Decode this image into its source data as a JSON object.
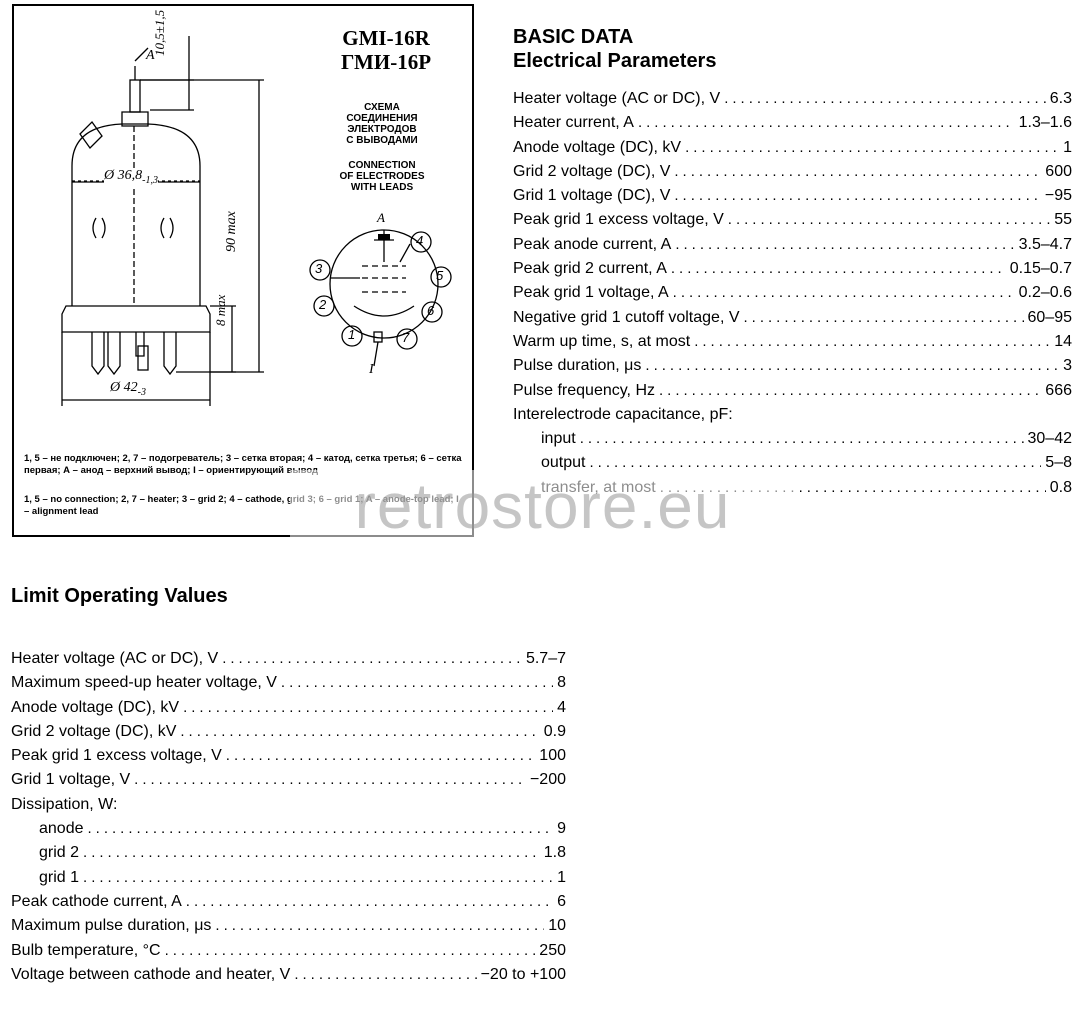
{
  "figure": {
    "model_latin": "GMI-16R",
    "model_cyrillic": "ГМИ-16Р",
    "schema_ru": "СХЕМА\nСОЕДИНЕНИЯ\nЭЛЕКТРОДОВ\nС ВЫВОДАМИ",
    "schema_en": "CONNECTION\nOF ELECTRODES\nWITH LEADS",
    "dim_top": "10,5±1,5",
    "dim_height": "90 max",
    "dim_base": "8 max",
    "dim_bulb_diameter": "Ø 36,8",
    "dim_bulb_tol": "-1,3",
    "dim_base_diameter": "Ø 42",
    "dim_base_tol": "-3",
    "lead_anode": "A",
    "lead_alignment": "I",
    "pins": [
      "1",
      "2",
      "3",
      "4",
      "5",
      "6",
      "7"
    ],
    "caption_ru": "1, 5 – не подключен; 2, 7 – подогреватель; 3 – сетка вторая; 4 – катод, сетка третья; 6 – сетка первая; А – анод – верхний вывод; I – ориентирующий вывод",
    "caption_en": "1, 5 – no connection; 2, 7 – heater; 3 – grid 2; 4 – cathode, grid 3; 6 – grid 1; A – anode-top lead; I – alignment lead"
  },
  "basic_data": {
    "title": "BASIC DATA",
    "subtitle": "Electrical Parameters",
    "rows": [
      {
        "name": "Heater voltage (AC or DC), V",
        "value": "6.3"
      },
      {
        "name": "Heater current, A",
        "value": "1.3–1.6"
      },
      {
        "name": "Anode voltage (DC), kV",
        "value": "1"
      },
      {
        "name": "Grid 2 voltage (DC), V",
        "value": "600"
      },
      {
        "name": "Grid 1 voltage (DC), V",
        "value": "−95"
      },
      {
        "name": "Peak grid 1 excess voltage, V",
        "value": "55"
      },
      {
        "name": "Peak anode current, A",
        "value": "3.5–4.7"
      },
      {
        "name": "Peak grid 2 current, A",
        "value": "0.15–0.7"
      },
      {
        "name": "Peak grid 1 voltage, A",
        "value": "0.2–0.6"
      },
      {
        "name": "Negative grid 1 cutoff voltage, V",
        "value": "60–95"
      },
      {
        "name": "Warm up time, s, at most",
        "value": "14"
      },
      {
        "name": "Pulse duration, μs",
        "value": "3"
      },
      {
        "name": "Pulse frequency, Hz",
        "value": "666"
      },
      {
        "name": "Interelectrode capacitance, pF:",
        "value": ""
      },
      {
        "name": "input",
        "value": "30–42",
        "indent": true
      },
      {
        "name": "output",
        "value": "5–8",
        "indent": true
      },
      {
        "name": "transfer, at most",
        "value": "0.8",
        "indent": true
      }
    ]
  },
  "limits": {
    "title": "Limit Operating Values",
    "rows": [
      {
        "name": "Heater voltage (AC or DC), V",
        "value": "5.7–7"
      },
      {
        "name": "Maximum speed-up heater voltage, V",
        "value": "8"
      },
      {
        "name": "Anode voltage (DC), kV",
        "value": "4"
      },
      {
        "name": "Grid 2 voltage (DC), kV",
        "value": "0.9"
      },
      {
        "name": "Peak grid 1 excess voltage, V",
        "value": "100"
      },
      {
        "name": "Grid 1 voltage, V",
        "value": "−200"
      },
      {
        "name": "Dissipation, W:",
        "value": ""
      },
      {
        "name": "anode",
        "value": "9",
        "indent": true
      },
      {
        "name": "grid 2",
        "value": "1.8",
        "indent": true
      },
      {
        "name": "grid 1",
        "value": "1",
        "indent": true
      },
      {
        "name": "Peak cathode current, A",
        "value": "6"
      },
      {
        "name": "Maximum pulse duration, μs",
        "value": "10"
      },
      {
        "name": "Bulb temperature, °C",
        "value": "250"
      },
      {
        "name": "Voltage between cathode and heater, V",
        "value": "−20 to +100"
      }
    ]
  },
  "watermark": "retrostore.eu"
}
